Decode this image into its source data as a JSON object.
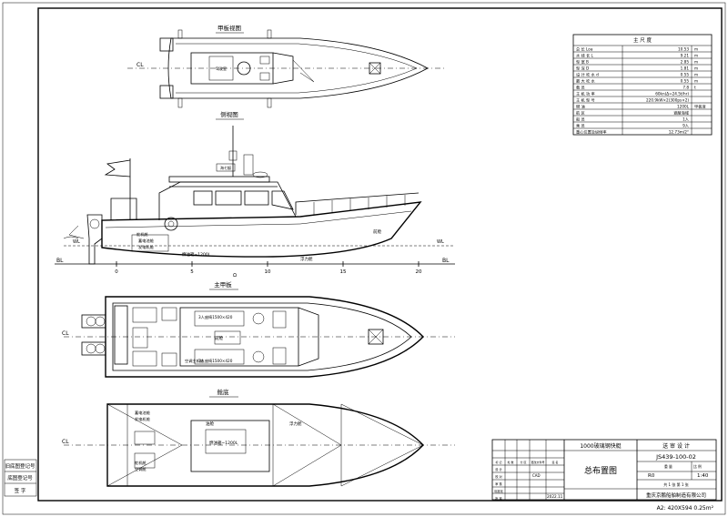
{
  "views": {
    "top_view_title": "甲板视图",
    "profile_title": "侧视图",
    "main_deck_title": "主甲板",
    "bottom_title": "舱底"
  },
  "labels": {
    "cl": "CL",
    "bl": "BL",
    "wl_fwd": "WL",
    "wl_aft": "WL",
    "station_marks": [
      "0",
      "5",
      "10",
      "15",
      "20"
    ],
    "profile_tank": "燃油箱~1200L",
    "profile_fwd": "前舱",
    "profile_float": "浮力舱",
    "profile_flag": "舵机舱",
    "profile_b1": "蓄电池舱",
    "profile_b2": "发电机舱",
    "deck_seats_top": "3人座椅1500×420",
    "deck_seats_bottom": "3人座椅1500×420",
    "deck_fwd": "前舱",
    "deck_other": "空调主机舱",
    "bottom_tank": "燃油箱~1200L",
    "bottom_fuel": "油舱",
    "bottom_float": "浮力舱",
    "bottom_b1": "蓄电池舱",
    "bottom_b2": "发电机舱",
    "bottom_b3": "舵机舱",
    "bottom_b4": "空调舱"
  },
  "spec_table": {
    "title": "主 尺 度",
    "rows": [
      {
        "name": "总 长 Loa",
        "value": "10.53",
        "unit": "m"
      },
      {
        "name": "水 线 长 L",
        "value": "9.21",
        "unit": "m"
      },
      {
        "name": "型 宽 B",
        "value": "2.85",
        "m": "",
        "unit": "m"
      },
      {
        "name": "型 深 D",
        "value": "1.81",
        "unit": "m"
      },
      {
        "name": "设 计 吃 水 d",
        "value": "0.55",
        "unit": "m"
      },
      {
        "name": "最 大 吃 水",
        "value": "0.55",
        "unit": "m"
      },
      {
        "name": "载 员",
        "value": "7.8",
        "unit": "t"
      },
      {
        "name": "主 机 功 率",
        "value": "60kn(Δ=24.5t/hr)",
        "unit": ""
      },
      {
        "name": "主 机 型 号",
        "value": "220.9kW×2(300ps×2)",
        "unit": ""
      },
      {
        "name": "燃 油",
        "value": "1200L",
        "unit": "甲板液"
      },
      {
        "name": "航 区",
        "value": "遮蔽海域",
        "unit": ""
      },
      {
        "name": "船 员",
        "value": "1人",
        "unit": ""
      },
      {
        "name": "乘 员",
        "value": "9人",
        "unit": ""
      },
      {
        "name": "重心位置及纵倾率",
        "value": "12.73m/2°",
        "unit": ""
      }
    ]
  },
  "title_block": {
    "product": "1000玻璃钢快艇",
    "stage": "送 审 设 计",
    "drawing_no": "JS439-100-02",
    "drawing_name": "总布置图",
    "rev_headers": [
      "标 记",
      "处 数",
      "分 区",
      "更改文件号",
      "签 名",
      "日 期"
    ],
    "role_rows": [
      "设 计",
      "校 对",
      "审 核",
      "标准化",
      "批 准"
    ],
    "cad": "CAD",
    "sign_date": "2022.11",
    "stage_code": "R0",
    "scale_label": "比 例",
    "scale": "1:40",
    "weight_label": "重 量",
    "sheet_label": "共 1 张  第 1 张",
    "company": "重庆京鹏船舶制造有限公司",
    "paper": "A2: 420X594  0.25m²"
  },
  "margin_boxes": [
    "旧底图登记号",
    "底图登记号",
    "签 字"
  ]
}
